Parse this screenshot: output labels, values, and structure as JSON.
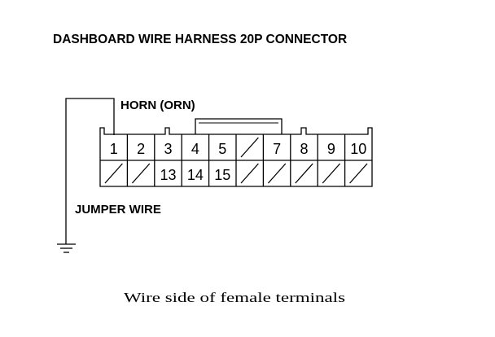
{
  "title": "DASHBOARD WIRE HARNESS 20P CONNECTOR",
  "labels": {
    "horn": "HORN (ORN)",
    "jumper": "JUMPER WIRE",
    "caption": "Wire side of female terminals"
  },
  "connector": {
    "top_row": [
      "1",
      "2",
      "3",
      "4",
      "5",
      "",
      "7",
      "8",
      "9",
      "10"
    ],
    "bottom_row": [
      "",
      "",
      "13",
      "14",
      "15",
      "",
      "",
      "",
      "",
      ""
    ],
    "empty_symbol": "slash"
  },
  "icons": {
    "ground": "ground-icon"
  }
}
